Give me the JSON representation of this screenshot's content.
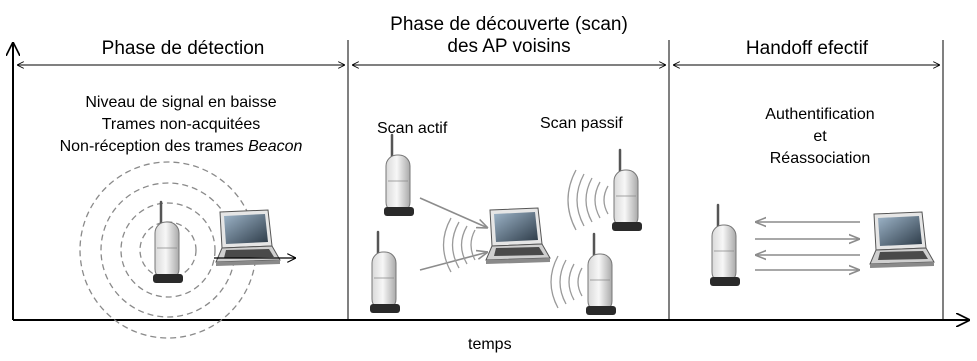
{
  "phases": [
    {
      "title": "Phase de détection"
    },
    {
      "title_lines": [
        "Phase de découverte (scan)",
        "des AP voisins"
      ]
    },
    {
      "title": "Handoff efectif"
    }
  ],
  "detection": {
    "lines": [
      "Niveau de signal  en baisse",
      "Trames non-acquitées"
    ],
    "line3_prefix": "Non-réception des trames ",
    "line3_italic": "Beacon"
  },
  "discovery": {
    "scan_active": "Scan actif",
    "scan_passive": "Scan passif"
  },
  "handoff": {
    "lines": [
      "Authentification",
      "et",
      "Réassociation"
    ]
  },
  "axis": {
    "x_label": "temps"
  }
}
